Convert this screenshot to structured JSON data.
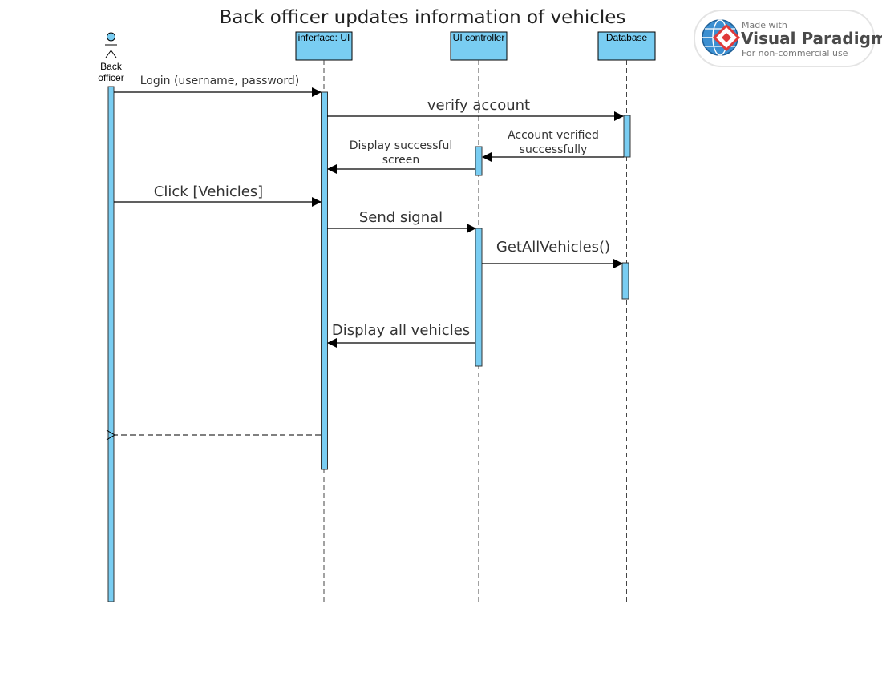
{
  "title": "Back officer updates information of vehicles",
  "actor": {
    "label_line1": "Back",
    "label_line2": "officer"
  },
  "lifelines": {
    "ui": "inferface: UI",
    "controller": "UI controller",
    "database": "Database"
  },
  "messages": {
    "login": "Login (username, password)",
    "verify": "verify account",
    "verified_line1": "Account verified",
    "verified_line2": "successfully",
    "display_line1": "Display successful",
    "display_line2": "screen",
    "click": "Click [Vehicles]",
    "signal": "Send signal",
    "get_all": "GetAllVehicles()",
    "display_all": "Display all vehicles"
  },
  "watermark": {
    "line1": "Made with",
    "line2": "Visual Paradigm",
    "line3": "For non-commercial use"
  },
  "colors": {
    "activation": "#79cdf2",
    "line": "#000000"
  }
}
